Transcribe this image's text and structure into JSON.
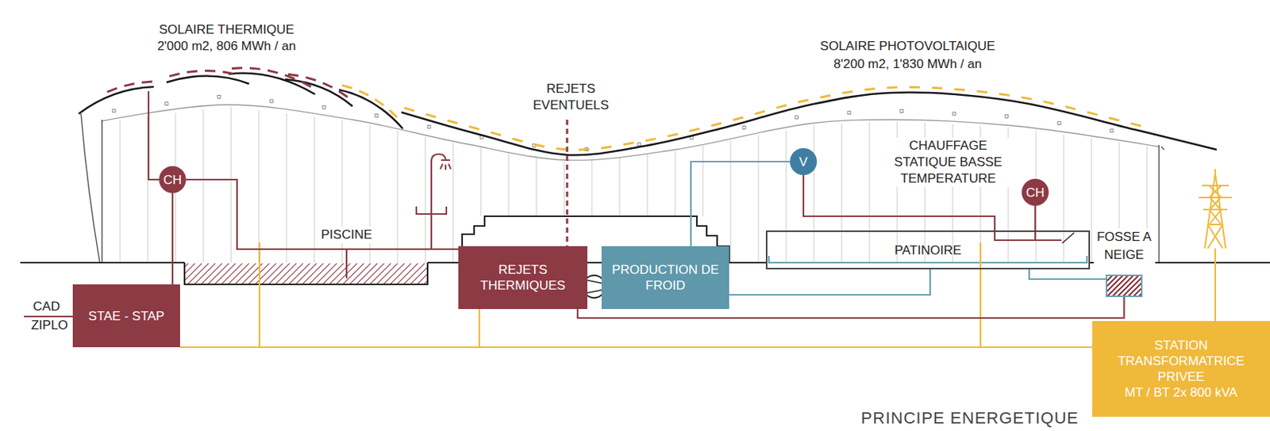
{
  "diagram": {
    "caption": "PRINCIPE ENERGETIQUE",
    "nodes": [
      {
        "text": [
          "CH"
        ]
      },
      {
        "text": [
          "V"
        ]
      },
      {
        "text": [
          "CH"
        ]
      },
      {
        "text": [
          "PATINOIRE"
        ]
      },
      {
        "text": [
          "FOSSE A NEIGE"
        ]
      },
      {
        "text": [
          "REJETS THERMIQUES"
        ]
      },
      {
        "text": [
          "PRODUCTION DE FROID"
        ]
      },
      {
        "text": [
          "STAE - STAP"
        ]
      },
      {
        "text": [
          "STATION TRANSFORMATRICE PRIVEE",
          "MT / BT 2x 800 kVA"
        ]
      }
    ],
    "edges": [
      {
        "from": 0,
        "to": 7,
        "arrow": "none"
      },
      {
        "from": 0,
        "to": 5,
        "arrow": "none"
      },
      {
        "from": 5,
        "to": 6,
        "arrow": "none"
      },
      {
        "from": 6,
        "to": 1,
        "arrow": "none"
      },
      {
        "from": 6,
        "to": 3,
        "arrow": "none"
      },
      {
        "from": 1,
        "to": 2,
        "arrow": "none"
      },
      {
        "from": 5,
        "to": 4,
        "arrow": "none"
      },
      {
        "from": 3,
        "to": 4,
        "arrow": "none"
      },
      {
        "from": 7,
        "to": 8,
        "arrow": "none"
      },
      {
        "from": 5,
        "to": 8,
        "arrow": "none"
      }
    ],
    "labels": [
      "SOLAIRE THERMIQUE",
      "2'000 m2, 806 MWh / an",
      "SOLAIRE PHOTOVOLTAIQUE",
      "8'200 m2, 1'830 MWh / an",
      "REJETS EVENTUELS",
      "PISCINE",
      "CHAUFFAGE STATIQUE BASSE TEMPERATURE",
      "CAD",
      "ZIPLO"
    ]
  }
}
